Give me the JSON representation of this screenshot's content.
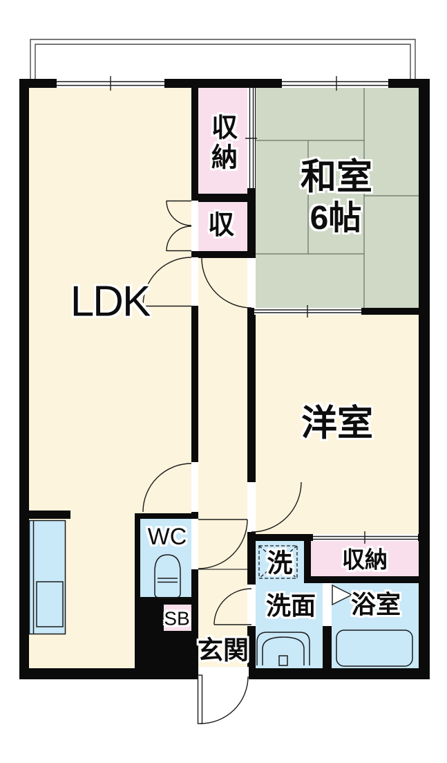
{
  "floorplan": {
    "type": "apartment-floor-plan",
    "rooms": {
      "ldk": {
        "label": "LDK"
      },
      "washitsu": {
        "label": "和室",
        "size": "6帖"
      },
      "youshitsu": {
        "label": "洋室"
      },
      "closet_top": {
        "label": "収納"
      },
      "closet_mid": {
        "label": "収"
      },
      "wc": {
        "label": "WC"
      },
      "shoe_box": {
        "label": "SB"
      },
      "genkan": {
        "label": "玄関"
      },
      "laundry": {
        "label": "洗"
      },
      "closet_bottom": {
        "label": "収納"
      },
      "senmen": {
        "label": "洗面"
      },
      "bathroom": {
        "label": "浴室"
      }
    },
    "icons": {
      "toilet": "toilet-icon",
      "washbasin": "washbasin-icon",
      "bathtub": "bathtub-icon",
      "washing_machine": "washing-machine-icon",
      "kitchen_counter": "kitchen-counter-icon",
      "door_swings": "door-swing-arc",
      "balcony": "balcony-outline",
      "bathroom_door": "folding-door-triangle-icon"
    },
    "colors": {
      "wall": "#0b0b0b",
      "floor_cream": "#FCF4DC",
      "tatami_green": "#CFD9C6",
      "closet_pink": "#F9DFEC",
      "wet_area_blue": "#C9E8F8",
      "linework": "#1a1a1a",
      "balcony_line": "#4a4a4a"
    }
  }
}
